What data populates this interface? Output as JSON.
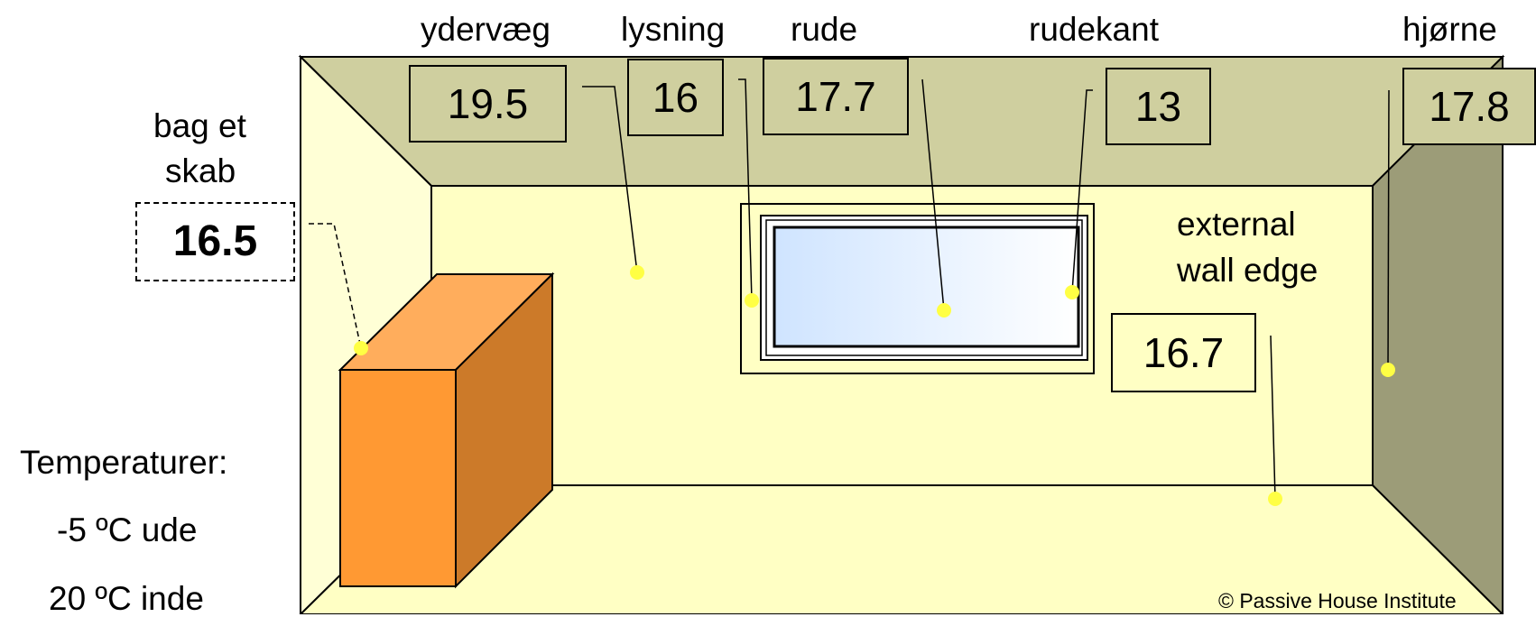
{
  "labels": {
    "outer_wall": "ydervæg",
    "reveal": "lysning",
    "pane": "rude",
    "pane_edge": "rudekant",
    "corner": "hjørne",
    "behind_cabinet_line1": "bag et",
    "behind_cabinet_line2": "skab",
    "external_edge_line1": "external",
    "external_edge_line2": "wall edge"
  },
  "values": {
    "outer_wall": "19.5",
    "reveal": "16",
    "pane": "17.7",
    "pane_edge": "13",
    "corner": "17.8",
    "behind_cabinet": "16.5",
    "external_edge": "16.7"
  },
  "legend": {
    "heading": "Temperaturer:",
    "outside": "-5 ºC ude",
    "inside": "20 ºC inde"
  },
  "copyright": "© Passive House Institute",
  "colors": {
    "ceiling": "#cfcf9f",
    "back_wall": "#ffffc4",
    "left_wall": "#ffffd6",
    "right_wall": "#9c9c78",
    "floor": "#ffffc4",
    "cabinet_front": "#ff9933",
    "cabinet_top": "#ffad5c",
    "cabinet_side": "#cc7a29",
    "marker_dot": "#ffff44",
    "window_glass_left": "#cfe4ff",
    "window_glass_right": "#ffffff"
  }
}
